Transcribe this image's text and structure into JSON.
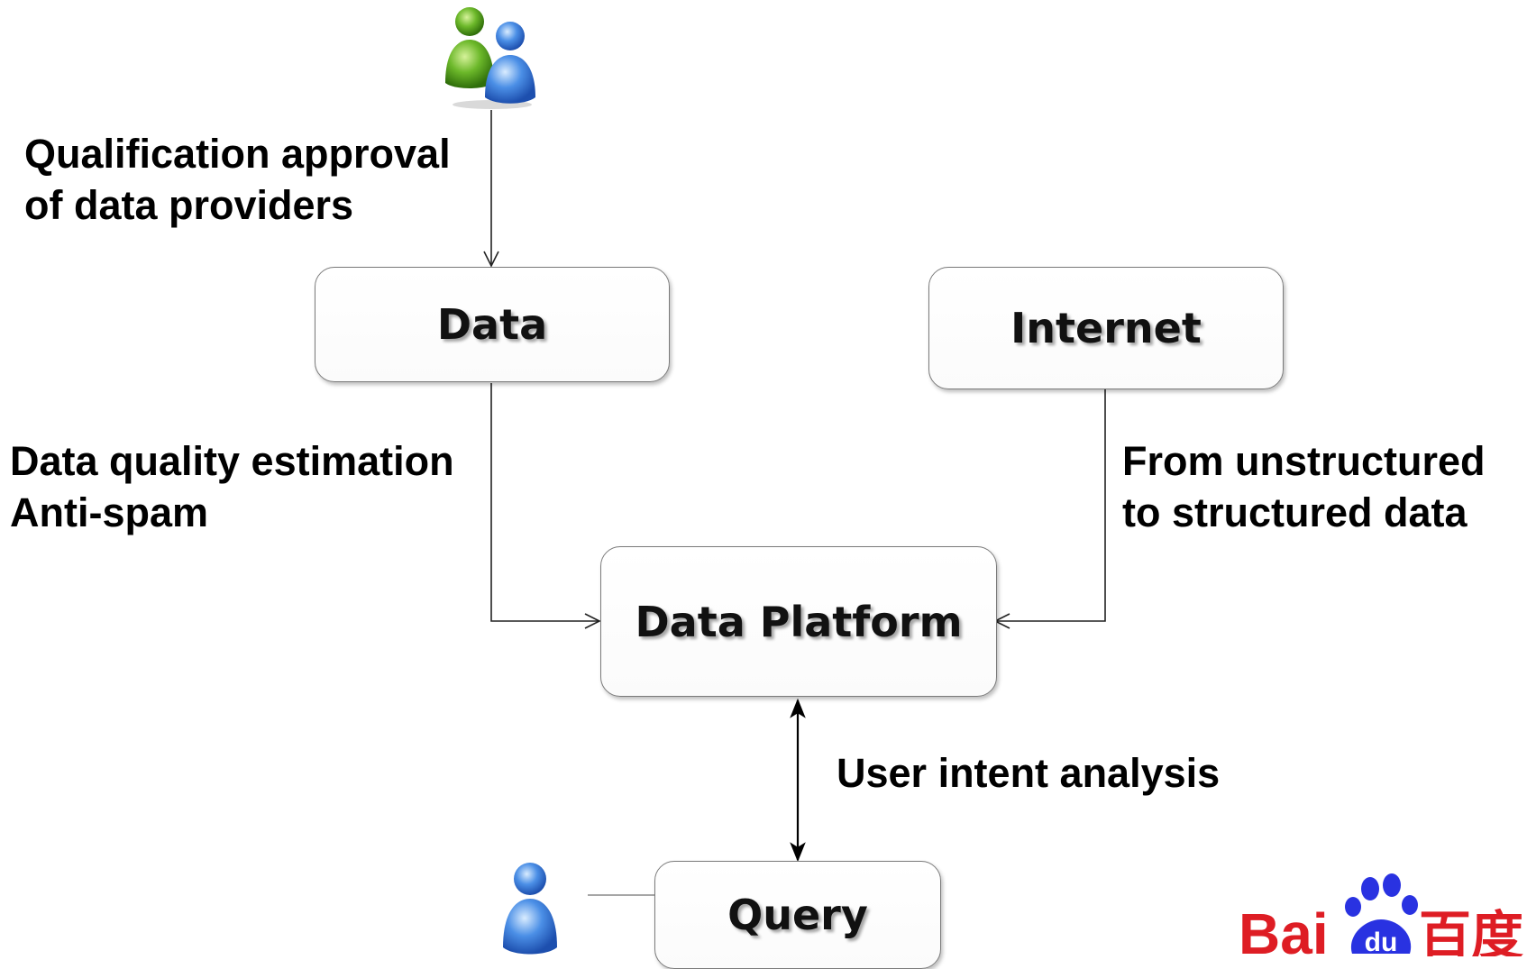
{
  "nodes": {
    "data": "Data",
    "internet": "Internet",
    "platform": "Data Platform",
    "query": "Query"
  },
  "edges": {
    "qualification_line1": "Qualification approval",
    "qualification_line2": "of data providers",
    "quality_line1": "Data quality estimation",
    "quality_line2": "Anti-spam",
    "unstructured_line1": "From unstructured",
    "unstructured_line2": "to structured data",
    "intent": "User intent analysis"
  },
  "logo": {
    "text_latin": "Bai",
    "text_paw": "du",
    "text_cjk": "百度",
    "color_red": "#de1d24",
    "color_blue": "#2932e1"
  },
  "icons": {
    "providers": "user-group-icon",
    "user": "user-icon"
  },
  "colors": {
    "green_user": "#5fae1e",
    "blue_user": "#3a76d6"
  }
}
